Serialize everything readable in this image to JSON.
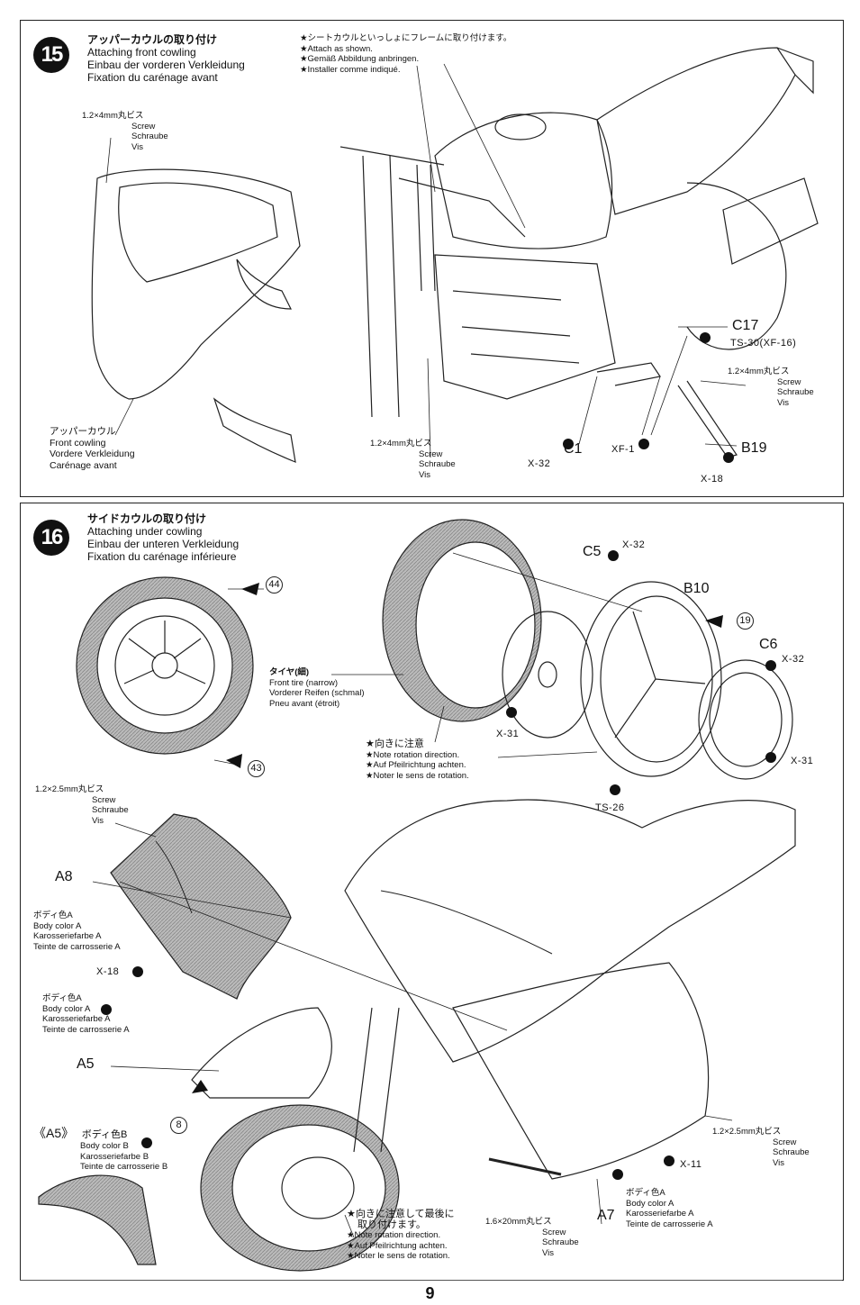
{
  "page_number": "9",
  "steps": [
    {
      "number": "15",
      "title_jp": "アッパーカウルの取り付け",
      "title_en": "Attaching front cowling",
      "title_de": "Einbau der vorderen Verkleidung",
      "title_fr": "Fixation du carénage avant",
      "note": {
        "jp": "★シートカウルといっしょにフレームに取り付けます。",
        "en": "★Attach as shown.",
        "de": "★Gemäß Abbildung anbringen.",
        "fr": "★Installer comme indiqué."
      },
      "screw_top": {
        "size": "1.2×4mm丸ビス",
        "en": "Screw",
        "de": "Schraube",
        "fr": "Vis"
      },
      "screw_mid": {
        "size": "1.2×4mm丸ビス",
        "en": "Screw",
        "de": "Schraube",
        "fr": "Vis"
      },
      "screw_right": {
        "size": "1.2×4mm丸ビス",
        "en": "Screw",
        "de": "Schraube",
        "fr": "Vis"
      },
      "front_cowling": {
        "jp": "アッパーカウル",
        "en": "Front cowling",
        "de": "Vordere Verkleidung",
        "fr": "Carénage avant"
      },
      "parts": {
        "c17": "C17",
        "c1": "C1",
        "b19": "B19"
      },
      "paints": {
        "ts30": "TS-30(XF-16)",
        "x32": "X-32",
        "xf1": "XF-1",
        "x18": "X-18"
      }
    },
    {
      "number": "16",
      "title_jp": "サイドカウルの取り付け",
      "title_en": "Attaching under cowling",
      "title_de": "Einbau der unteren Verkleidung",
      "title_fr": "Fixation du carénage inférieure",
      "tire": {
        "jp": "タイヤ(細)",
        "en": "Front tire (narrow)",
        "de": "Vorderer Reifen (schmal)",
        "fr": "Pneu avant (étroit)"
      },
      "rotation_note": {
        "jp": "★向きに注意",
        "en": "★Note rotation direction.",
        "de": "★Auf Pfeilrichtung achten.",
        "fr": "★Noter le sens de rotation."
      },
      "rotation_note_bottom": {
        "jp1": "★向きに注意して最後に",
        "jp2": "取り付けます。",
        "en": "★Note rotation direction.",
        "de": "★Auf Pfeilrichtung achten.",
        "fr": "★Noter le sens de rotation."
      },
      "screw_left": {
        "size": "1.2×2.5mm丸ビス",
        "en": "Screw",
        "de": "Schraube",
        "fr": "Vis"
      },
      "screw_right": {
        "size": "1.2×2.5mm丸ビス",
        "en": "Screw",
        "de": "Schraube",
        "fr": "Vis"
      },
      "screw_long": {
        "size": "1.6×20mm丸ビス",
        "en": "Screw",
        "de": "Schraube",
        "fr": "Vis"
      },
      "body_a1": {
        "jp": "ボディ色A",
        "en": "Body color A",
        "de": "Karosseriefarbe A",
        "fr": "Teinte de carrosserie A"
      },
      "body_a2": {
        "jp": "ボディ色A",
        "en": "Body color A",
        "de": "Karosseriefarbe A",
        "fr": "Teinte de carrosserie A"
      },
      "body_a3": {
        "jp": "ボディ色A",
        "en": "Body color A",
        "de": "Karosseriefarbe A",
        "fr": "Teinte de carrosserie A"
      },
      "body_b": {
        "tag": "《A5》",
        "jp": "ボディ色B",
        "en": "Body color B",
        "de": "Karosseriefarbe B",
        "fr": "Teinte de carrosserie B"
      },
      "parts": {
        "c5": "C5",
        "b10": "B10",
        "c6": "C6",
        "a8": "A8",
        "a5": "A5",
        "a7": "A7"
      },
      "paints": {
        "x32a": "X-32",
        "x32b": "X-32",
        "x31a": "X-31",
        "x31b": "X-31",
        "ts26": "TS-26",
        "x18": "X-18",
        "x11": "X-11"
      },
      "decals": {
        "d44": "44",
        "d43": "43",
        "d19": "19",
        "d8": "8"
      }
    }
  ]
}
